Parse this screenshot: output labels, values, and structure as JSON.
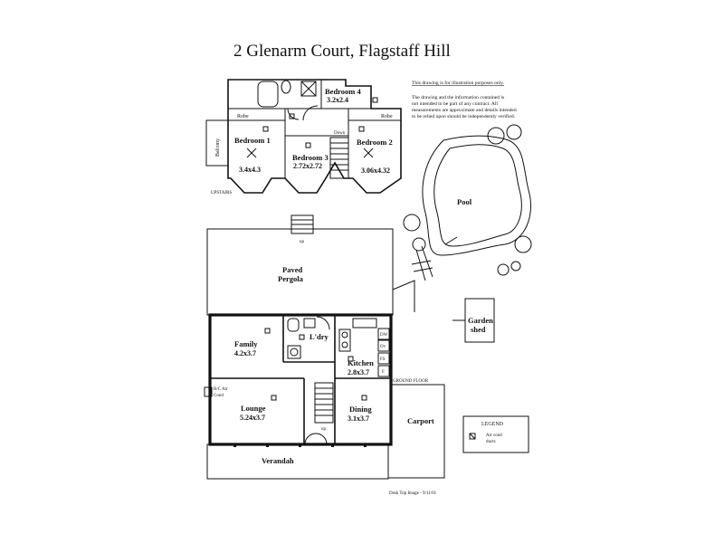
{
  "title": "2 Glenarm Court, Flagstaff Hill",
  "disclaimer": {
    "heading": "This drawing is for illustration purposes only.",
    "line1": "The drawing and the information contained is",
    "line2": "not intended to be part of any contract.  All",
    "line3": "measurements are approximate and details intended",
    "line4": "to be relied upon should be independently verified."
  },
  "upstairs": {
    "level_label": "UPSTAIRS",
    "bedroom1": {
      "name": "Bedroom 1",
      "size": "3.4x4.3"
    },
    "bedroom2": {
      "name": "Bedroom 2",
      "size": "3.06x4.32"
    },
    "bedroom3": {
      "name": "Bedroom 3",
      "size": "2.72x2.72"
    },
    "bedroom4": {
      "name": "Bedroom 4",
      "size": "3.2x2.4"
    },
    "robe_left": "Robe",
    "robe_right": "Robe",
    "balcony": "Balcony",
    "down": "Down"
  },
  "ground": {
    "level_label": "GROUND FLOOR",
    "up": "up",
    "paved_pergola": {
      "line1": "Paved",
      "line2": "Pergola"
    },
    "family": {
      "name": "Family",
      "size": "4.2x3.7"
    },
    "laundry": "L'dry",
    "kitchen": {
      "name": "Kitchen",
      "size": "2.8x3.7"
    },
    "lounge": {
      "name": "Lounge",
      "size": "5.24x3.7"
    },
    "dining": {
      "name": "Dining",
      "size": "3.1x3.7"
    },
    "rc_air": {
      "line1": "R/C Air",
      "line2": "Cond"
    },
    "verandah": "Verandah",
    "carport": "Carport",
    "appliances": {
      "dw": "DW",
      "ov": "Ov",
      "fs": "FS",
      "f": "F"
    }
  },
  "outdoor": {
    "pool": "Pool",
    "garden_shed": {
      "line1": "Garden",
      "line2": "shed"
    }
  },
  "legend": {
    "title": "LEGEND",
    "item_line1": "Air cond",
    "item_line2": "ducts"
  },
  "footer": "Desk Top Image - 9/11/01"
}
